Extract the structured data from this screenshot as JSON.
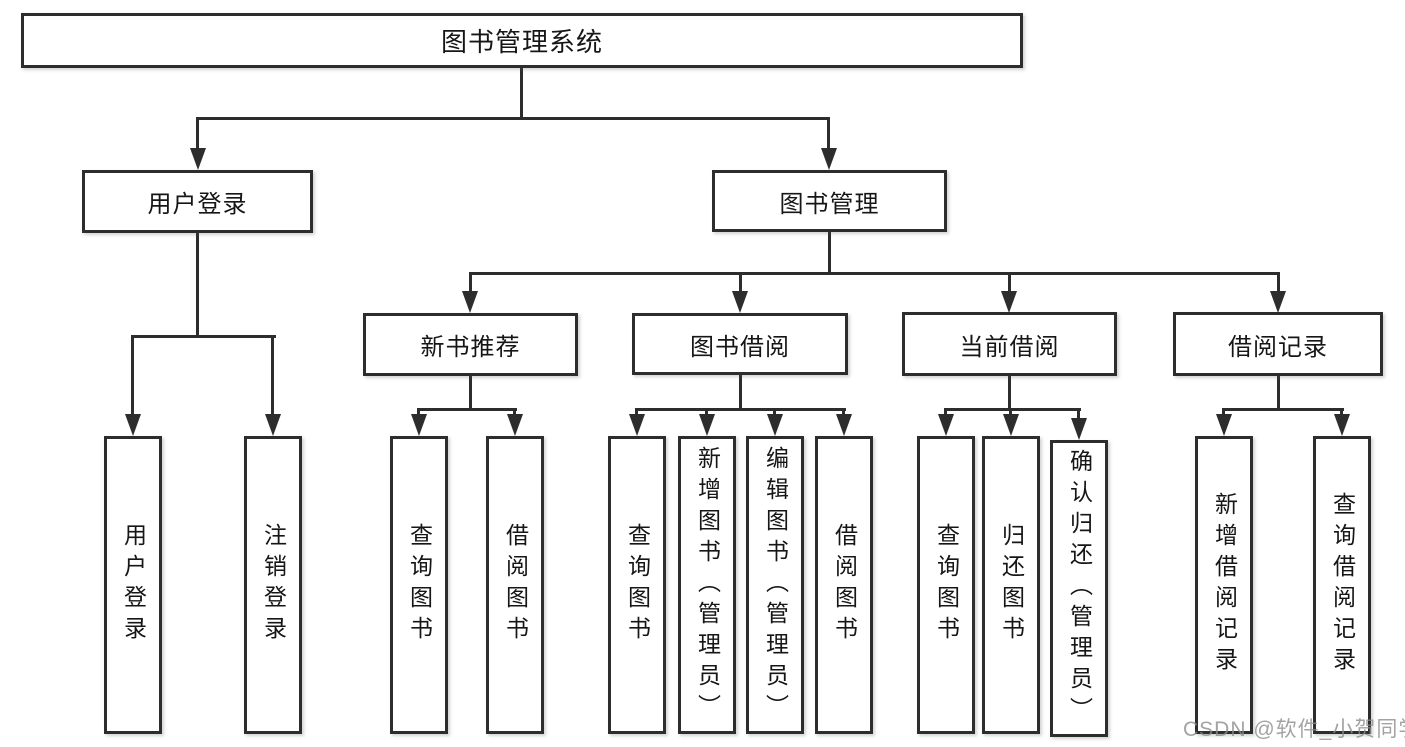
{
  "diagram_title": "图书管理系统",
  "colors": {
    "line": "#2d2d2d",
    "box_border": "#2d2d2d",
    "background": "#ffffff",
    "text": "#161616",
    "watermark": "#8c8c8c"
  },
  "tree": {
    "root": {
      "label": "图书管理系统",
      "children": [
        {
          "label": "用户登录",
          "children": [
            {
              "label": "用户登录"
            },
            {
              "label": "注销登录"
            }
          ]
        },
        {
          "label": "图书管理",
          "children": [
            {
              "label": "新书推荐",
              "children": [
                {
                  "label": "查询图书"
                },
                {
                  "label": "借阅图书"
                }
              ]
            },
            {
              "label": "图书借阅",
              "children": [
                {
                  "label": "查询图书"
                },
                {
                  "label": "新增图书（管理员）"
                },
                {
                  "label": "编辑图书（管理员）"
                },
                {
                  "label": "借阅图书"
                }
              ]
            },
            {
              "label": "当前借阅",
              "children": [
                {
                  "label": "查询图书"
                },
                {
                  "label": "归还图书"
                },
                {
                  "label": "确认归还（管理员）"
                }
              ]
            },
            {
              "label": "借阅记录",
              "children": [
                {
                  "label": "新增借阅记录"
                },
                {
                  "label": "查询借阅记录"
                }
              ]
            }
          ]
        }
      ]
    }
  },
  "watermark": {
    "text": "CSDN @软件_小贺同学"
  }
}
